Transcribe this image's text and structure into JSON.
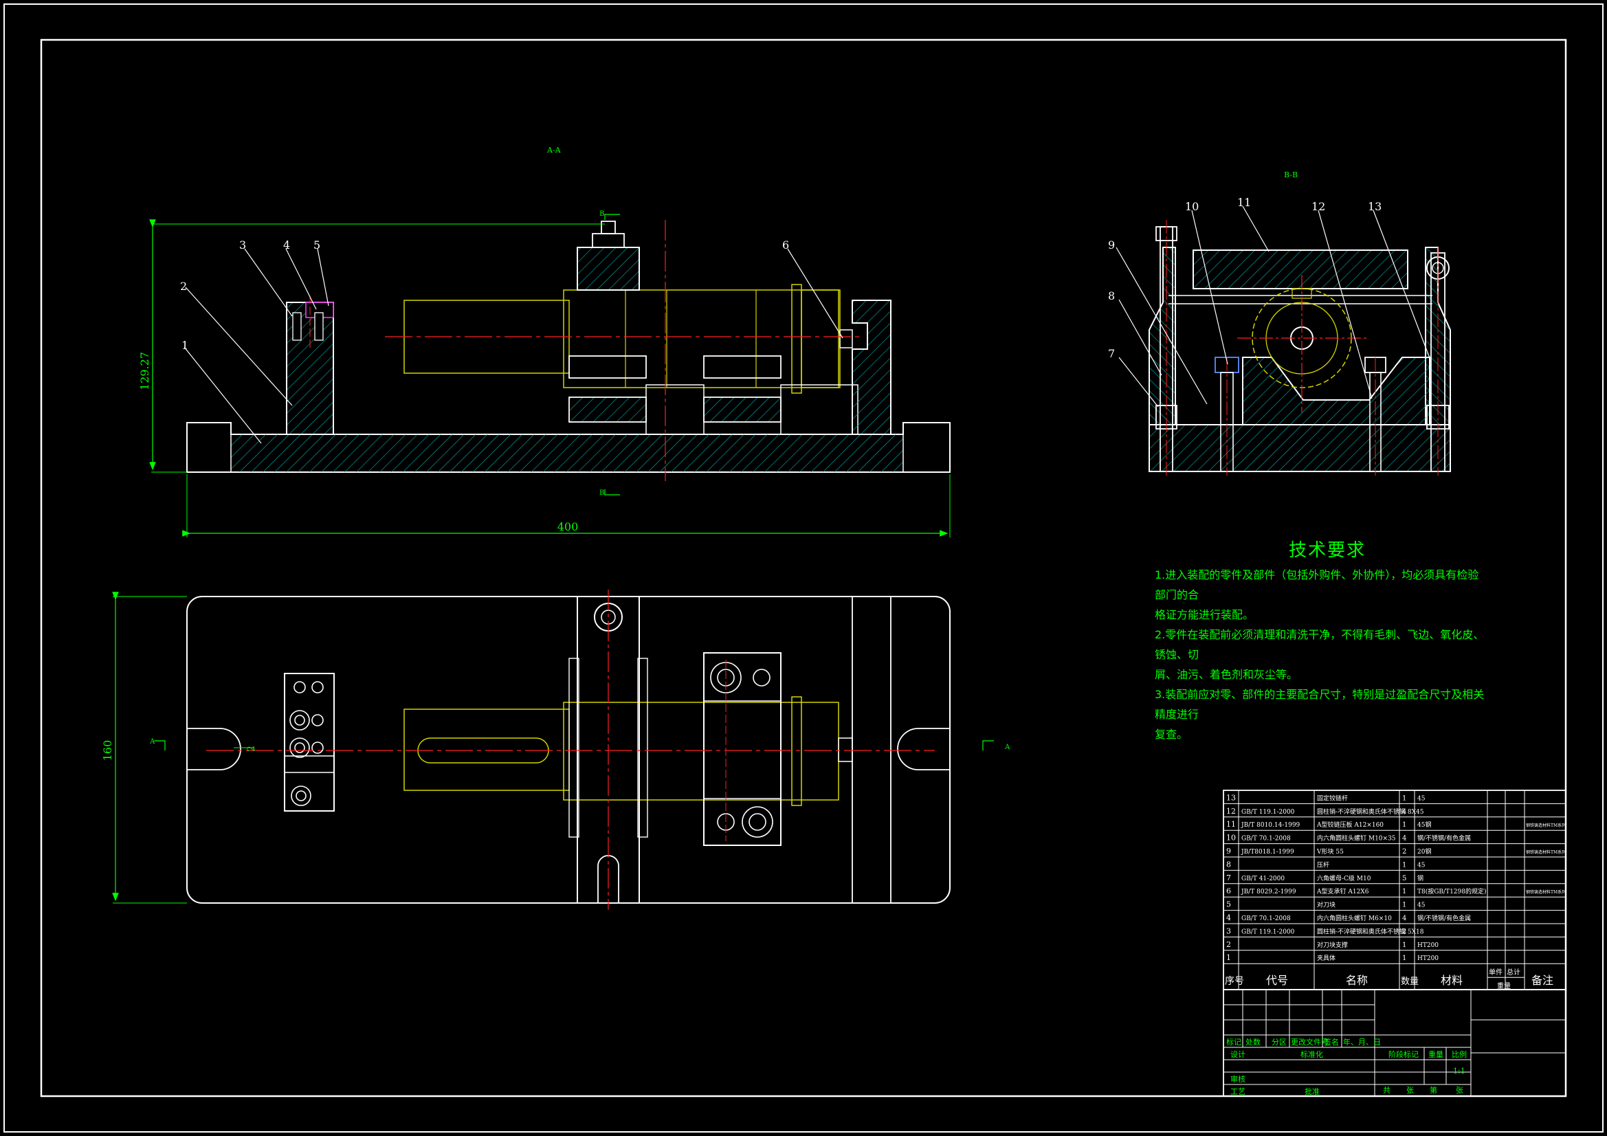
{
  "views": {
    "section_aa_label": "A-A",
    "section_bb_label": "B-B",
    "cut_markers": {
      "a": "A",
      "b": "B"
    }
  },
  "dimensions": {
    "height": "129.27",
    "length": "400",
    "width": "160",
    "small": "2"
  },
  "balloons_front": [
    "1",
    "2",
    "3",
    "4",
    "5",
    "6"
  ],
  "balloons_side": [
    "7",
    "8",
    "9",
    "10",
    "11",
    "12",
    "13"
  ],
  "tech_requirements": {
    "title": "技术要求",
    "lines": [
      "1.进入装配的零件及部件（包括外购件、外协件），均必须具有检验部门的合",
      "格证方能进行装配。",
      "2.零件在装配前必须清理和清洗干净，不得有毛刺、飞边、氧化皮、锈蚀、切",
      "屑、油污、着色剂和灰尘等。",
      "3.装配前应对零、部件的主要配合尺寸，特别是过盈配合尺寸及相关精度进行",
      "复查。"
    ]
  },
  "bom": {
    "rows": [
      {
        "no": "13",
        "code": "",
        "name": "固定铰链杆",
        "qty": "1",
        "material": "45",
        "note": ""
      },
      {
        "no": "12",
        "code": "GB/T 119.1-2000",
        "name": "圆柱销-不淬硬钢和奥氏体不锈钢 8X45",
        "qty": "4",
        "material": "",
        "note": ""
      },
      {
        "no": "11",
        "code": "JB/T 8010.14-1999",
        "name": "A型铰链压板 A12×160",
        "qty": "1",
        "material": "45钢",
        "note": "钢铁铸造材料TM系列"
      },
      {
        "no": "10",
        "code": "GB/T 70.1-2008",
        "name": "内六角圆柱头螺钉 M10×35",
        "qty": "4",
        "material": "钢/不锈钢/有色金属",
        "note": ""
      },
      {
        "no": "9",
        "code": "JB/T8018.1-1999",
        "name": "V形块 55",
        "qty": "2",
        "material": "20钢",
        "note": "钢铁铸造材料TM系列"
      },
      {
        "no": "8",
        "code": "",
        "name": "压杆",
        "qty": "1",
        "material": "45",
        "note": ""
      },
      {
        "no": "7",
        "code": "GB/T 41-2000",
        "name": "六角螺母-C级 M10",
        "qty": "5",
        "material": "钢",
        "note": ""
      },
      {
        "no": "6",
        "code": "JB/T 8029.2-1999",
        "name": "A型支承钉 A12X6",
        "qty": "1",
        "material": "T8(按GB/T1298的规定)",
        "note": "钢铁铸造材料TM系列"
      },
      {
        "no": "5",
        "code": "",
        "name": "对刀块",
        "qty": "1",
        "material": "45",
        "note": ""
      },
      {
        "no": "4",
        "code": "GB/T 70.1-2008",
        "name": "内六角圆柱头螺钉 M6×10",
        "qty": "4",
        "material": "钢/不锈钢/有色金属",
        "note": ""
      },
      {
        "no": "3",
        "code": "GB/T 119.1-2000",
        "name": "圆柱销-不淬硬钢和奥氏体不锈钢 5X18",
        "qty": "2",
        "material": "",
        "note": ""
      },
      {
        "no": "2",
        "code": "",
        "name": "对刀块支撑",
        "qty": "1",
        "material": "HT200",
        "note": ""
      },
      {
        "no": "1",
        "code": "",
        "name": "夹具体",
        "qty": "1",
        "material": "HT200",
        "note": ""
      }
    ],
    "header": {
      "no": "序号",
      "code": "代号",
      "name": "名称",
      "qty": "数量",
      "material": "材料",
      "unit": "单件",
      "total": "总计",
      "weight": "重量",
      "note": "备注"
    }
  },
  "title_block": {
    "c1": "标记",
    "c2": "处数",
    "c3": "分区",
    "c4": "更改文件号",
    "c5": "签名",
    "c6": "年、月、日",
    "design": "设计",
    "standard": "标准化",
    "review": "审核",
    "process": "工艺",
    "approve": "批准",
    "stage": "阶段标记",
    "weight": "重量",
    "scale": "比例",
    "scale_value": "1:1",
    "total": "共",
    "sheets": "张",
    "sheet": "第",
    "sheet2": "张"
  },
  "colors": {
    "background": "#000000",
    "outline": "#ffffff",
    "hatch": "#00a8a8",
    "center": "#ff2020",
    "hidden": "#d4d400",
    "dim": "#00ff00",
    "tech_text": "#00ff00",
    "part_blue": "#5f8cff",
    "part_magenta": "#ff40ff"
  }
}
